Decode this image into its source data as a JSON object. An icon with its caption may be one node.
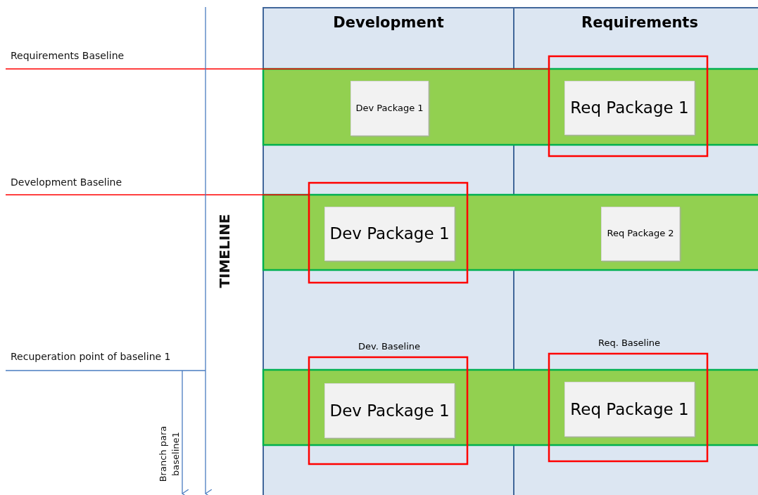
{
  "diagram": {
    "nodes": [
      {
        "text": [
          "Development"
        ]
      },
      {
        "text": [
          "Requirements"
        ]
      },
      {
        "text": [
          "Dev Package 1"
        ],
        "in": 0
      },
      {
        "text": [
          "Req Package 1"
        ],
        "in": 1
      },
      {
        "text": [
          "Dev Package 1"
        ],
        "in": 0
      },
      {
        "text": [
          "Req Package 2"
        ],
        "in": 1
      },
      {
        "text": [
          "Dev Package 1"
        ],
        "in": 0,
        "beside": [
          "Dev. Baseline"
        ]
      },
      {
        "text": [
          "Req Package 1"
        ],
        "in": 1,
        "beside": [
          "Req. Baseline"
        ]
      }
    ],
    "edges": [],
    "labels": [
      "Requirements Baseline",
      "Development Baseline",
      "TIMELINE",
      "Recuperation point of baseline 1",
      "Branch para baseline1"
    ]
  }
}
